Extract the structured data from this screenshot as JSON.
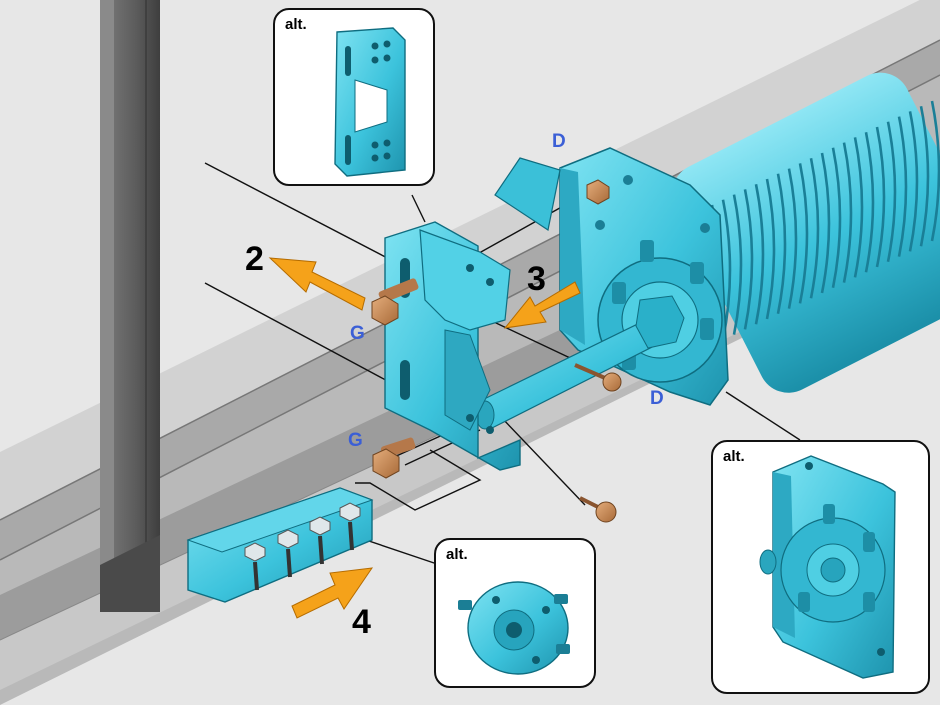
{
  "steps": {
    "step_2": "2",
    "step_3": "3",
    "step_4": "4"
  },
  "side_labels": {
    "g_upper": "G",
    "g_lower": "G",
    "d_upper": "D",
    "d_lower": "D"
  },
  "insets": {
    "bracket_alt": "alt.",
    "coupling_alt": "alt.",
    "bearing_plate_alt": "alt."
  },
  "colors": {
    "part_cyan": "#3cc3dc",
    "arrow_orange": "#f5a21a",
    "bolt_bronze": "#c98a55",
    "side_label_blue": "#3b5fd6",
    "rail_gray": "#9b9b9b",
    "post_gray": "#5e5e5e"
  }
}
